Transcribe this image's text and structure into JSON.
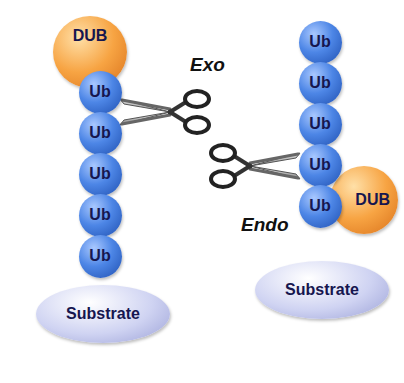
{
  "diagram": {
    "nodes": [
      {
        "text": [
          "DUB"
        ]
      },
      {
        "text": [
          "Ub"
        ]
      },
      {
        "text": [
          "Ub"
        ]
      },
      {
        "text": [
          "Ub"
        ]
      },
      {
        "text": [
          "Ub"
        ]
      },
      {
        "text": [
          "Ub"
        ]
      },
      {
        "text": [
          "Substrate"
        ]
      },
      {
        "text": [
          "Ub"
        ]
      },
      {
        "text": [
          "Ub"
        ]
      },
      {
        "text": [
          "Ub"
        ]
      },
      {
        "text": [
          "Ub"
        ]
      },
      {
        "text": [
          "DUB"
        ]
      },
      {
        "text": [
          "Ub"
        ]
      },
      {
        "text": [
          "Substrate"
        ]
      }
    ],
    "labels": [
      "Exo",
      "Endo"
    ]
  }
}
